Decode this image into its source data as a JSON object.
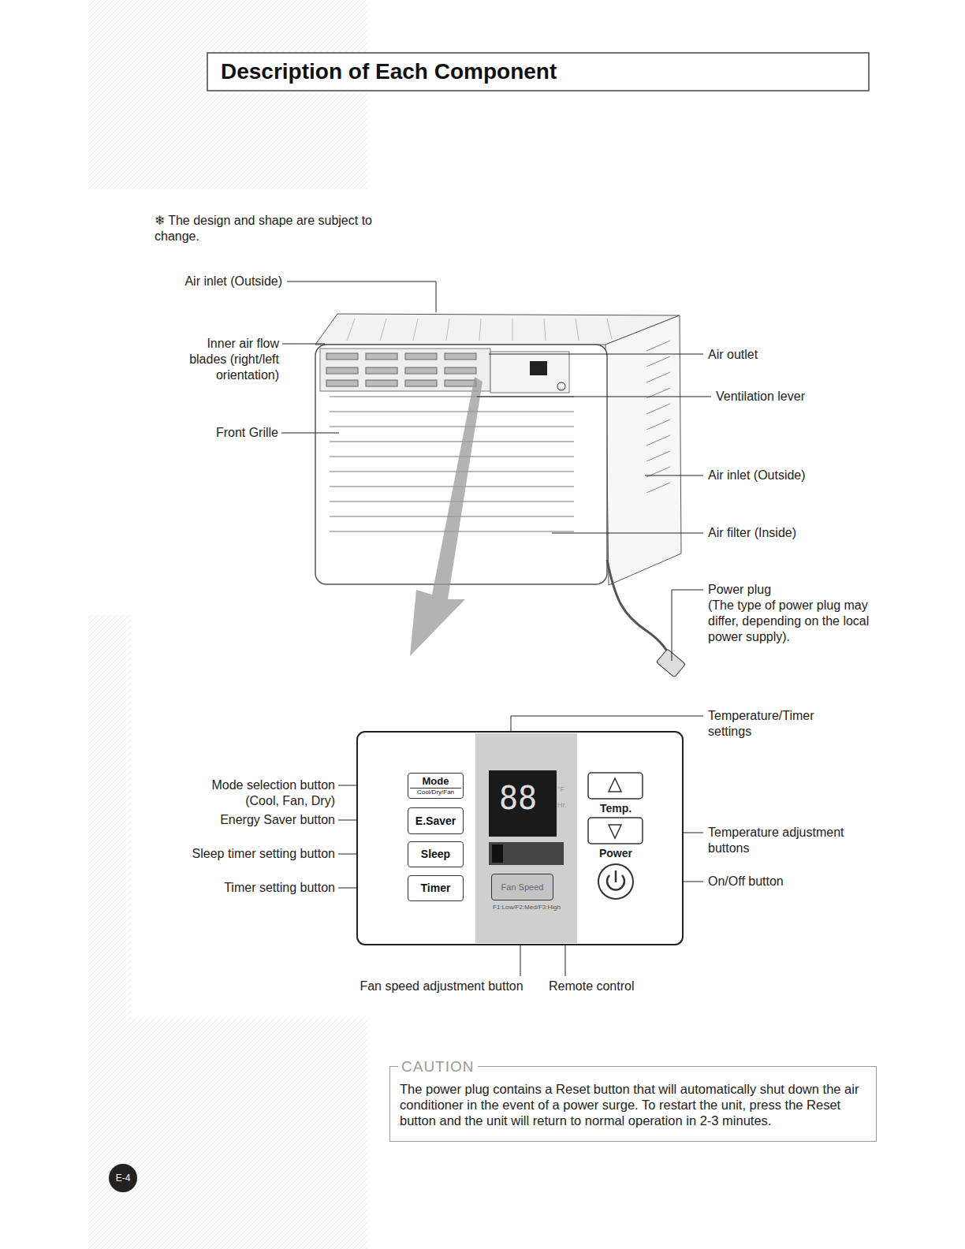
{
  "diagram": {
    "title": "Description of Each Component",
    "nodes": [
      {
        "text": [
          "Mode",
          "Cool/Dry/Fan"
        ]
      },
      {
        "text": [
          "E.Saver"
        ]
      },
      {
        "text": [
          "Sleep"
        ]
      },
      {
        "text": [
          "Timer"
        ]
      },
      {
        "text": [
          "Fan Speed"
        ]
      },
      {
        "text": [
          "CAUTION",
          "The power plug contains a Reset button that will automatically shut down the air conditioner in the event of a power surge. To restart the unit, press the Reset button and the unit will return to normal operation in 2-3 minutes."
        ]
      },
      {
        "text": [
          "E-4"
        ]
      }
    ],
    "labels": [
      "❄ The design and shape are subject to change.",
      "Air inlet (Outside)",
      "Inner air flow blades (right/left orientation)",
      "Front Grille",
      "Air outlet",
      "Ventilation lever",
      "Air inlet (Outside)",
      "Air filter (Inside)",
      "Power plug",
      "(The type of power plug may differ, depending on the local power supply).",
      "Temperature/Timer settings",
      "Mode selection button (Cool, Fan, Dry)",
      "Energy Saver button",
      "Sleep timer setting button",
      "Timer setting button",
      "Temperature adjustment buttons",
      "On/Off button",
      "Fan speed adjustment button",
      "Remote control",
      "Temp.",
      "Power",
      "F1:Low/F2:Med/F3:High",
      "88",
      "°F",
      "Hr."
    ]
  }
}
